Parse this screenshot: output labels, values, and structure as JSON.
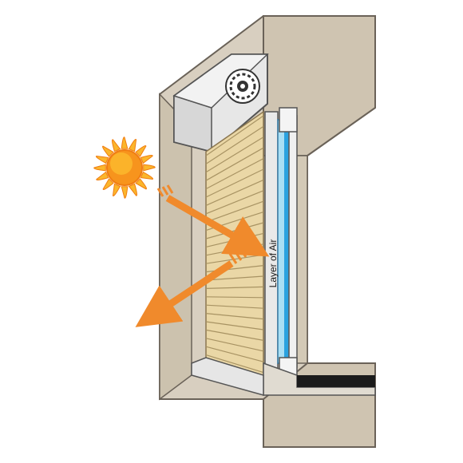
{
  "diagram": {
    "air_label": "Layer of Air",
    "colors": {
      "wall": "#d8cfc0",
      "wall_shade": "#c7bda9",
      "wall_outline": "#6a6258",
      "shutter_slat": "#ead7a6",
      "shutter_line": "#a89363",
      "glass": "#a9dff5",
      "glass_blue": "#2aa2e0",
      "sun": "#fbb62c",
      "sun_core": "#f7941d",
      "arrow": "#f08a2c",
      "sill": "#1b1b1b"
    },
    "icons": [
      "sun-icon",
      "heat-arrow-in",
      "heat-arrow-out",
      "roller-drum-icon"
    ]
  }
}
